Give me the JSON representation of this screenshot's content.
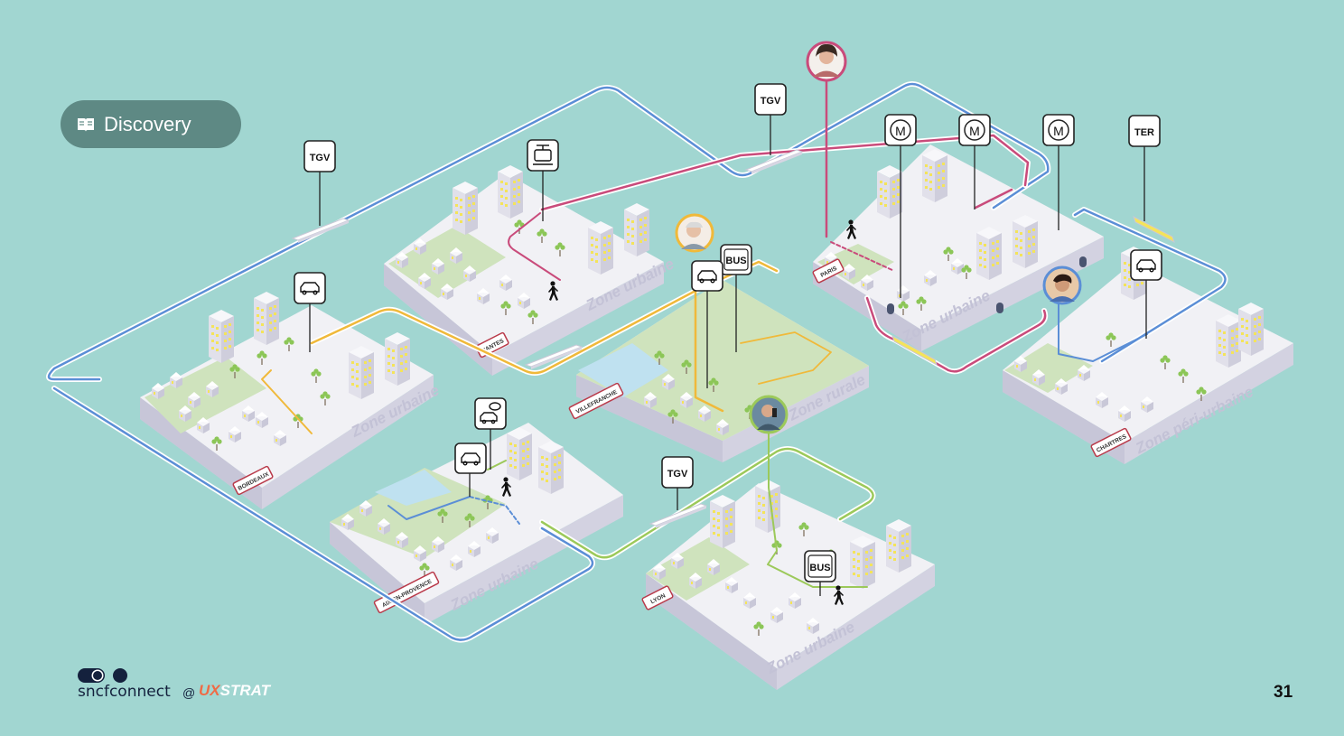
{
  "section_badge": {
    "label": "Discovery",
    "icon": "book-icon"
  },
  "page_number": "31",
  "branding": {
    "logo": "sncfconnect",
    "at": "@",
    "partner_ux": "UX",
    "partner_strat": "STRAT"
  },
  "colors": {
    "background": "#a1d6d1",
    "tgv_line": "#5b8ed6",
    "train_line": "#c94b7b",
    "car_line": "#f0b93a",
    "bus_line": "#9cc95a",
    "zone_top": "#f1f1f5",
    "zone_side": "#d3d2e1",
    "green_area": "#cfe3bd",
    "water": "#bfe1f0",
    "building": "#e9e8ef",
    "window": "#f4e45a",
    "tree": "#8cc657"
  },
  "zones": [
    {
      "id": "bordeaux",
      "city": "BORDEAUX",
      "zone": "Zone urbaine"
    },
    {
      "id": "nantes",
      "city": "NANTES",
      "zone": "Zone urbaine"
    },
    {
      "id": "villefranche",
      "city": "VILLEFRANCHE",
      "zone": "Zone rurale"
    },
    {
      "id": "paris",
      "city": "PARIS",
      "zone": "Zone urbaine"
    },
    {
      "id": "chartres",
      "city": "CHARTRES",
      "zone": "Zone péri-urbaine"
    },
    {
      "id": "aix",
      "city": "AIX-EN-PROVENCE",
      "zone": "Zone urbaine"
    },
    {
      "id": "lyon",
      "city": "LYON",
      "zone": "Zone urbaine"
    }
  ],
  "signs": {
    "tgv_1": "TGV",
    "tgv_2": "TGV",
    "tgv_3": "TGV",
    "ter": "TER",
    "metro_1": "M",
    "metro_2": "M",
    "metro_3": "M",
    "bus_1": "BUS",
    "bus_2": "BUS"
  },
  "icon_signs": [
    "tram-icon",
    "car-icon",
    "car-icon",
    "car-icon",
    "car-icon",
    "carpool-icon"
  ],
  "personas": [
    "persona-woman-avatar",
    "persona-elder-avatar",
    "persona-man-avatar",
    "persona-young-avatar"
  ]
}
